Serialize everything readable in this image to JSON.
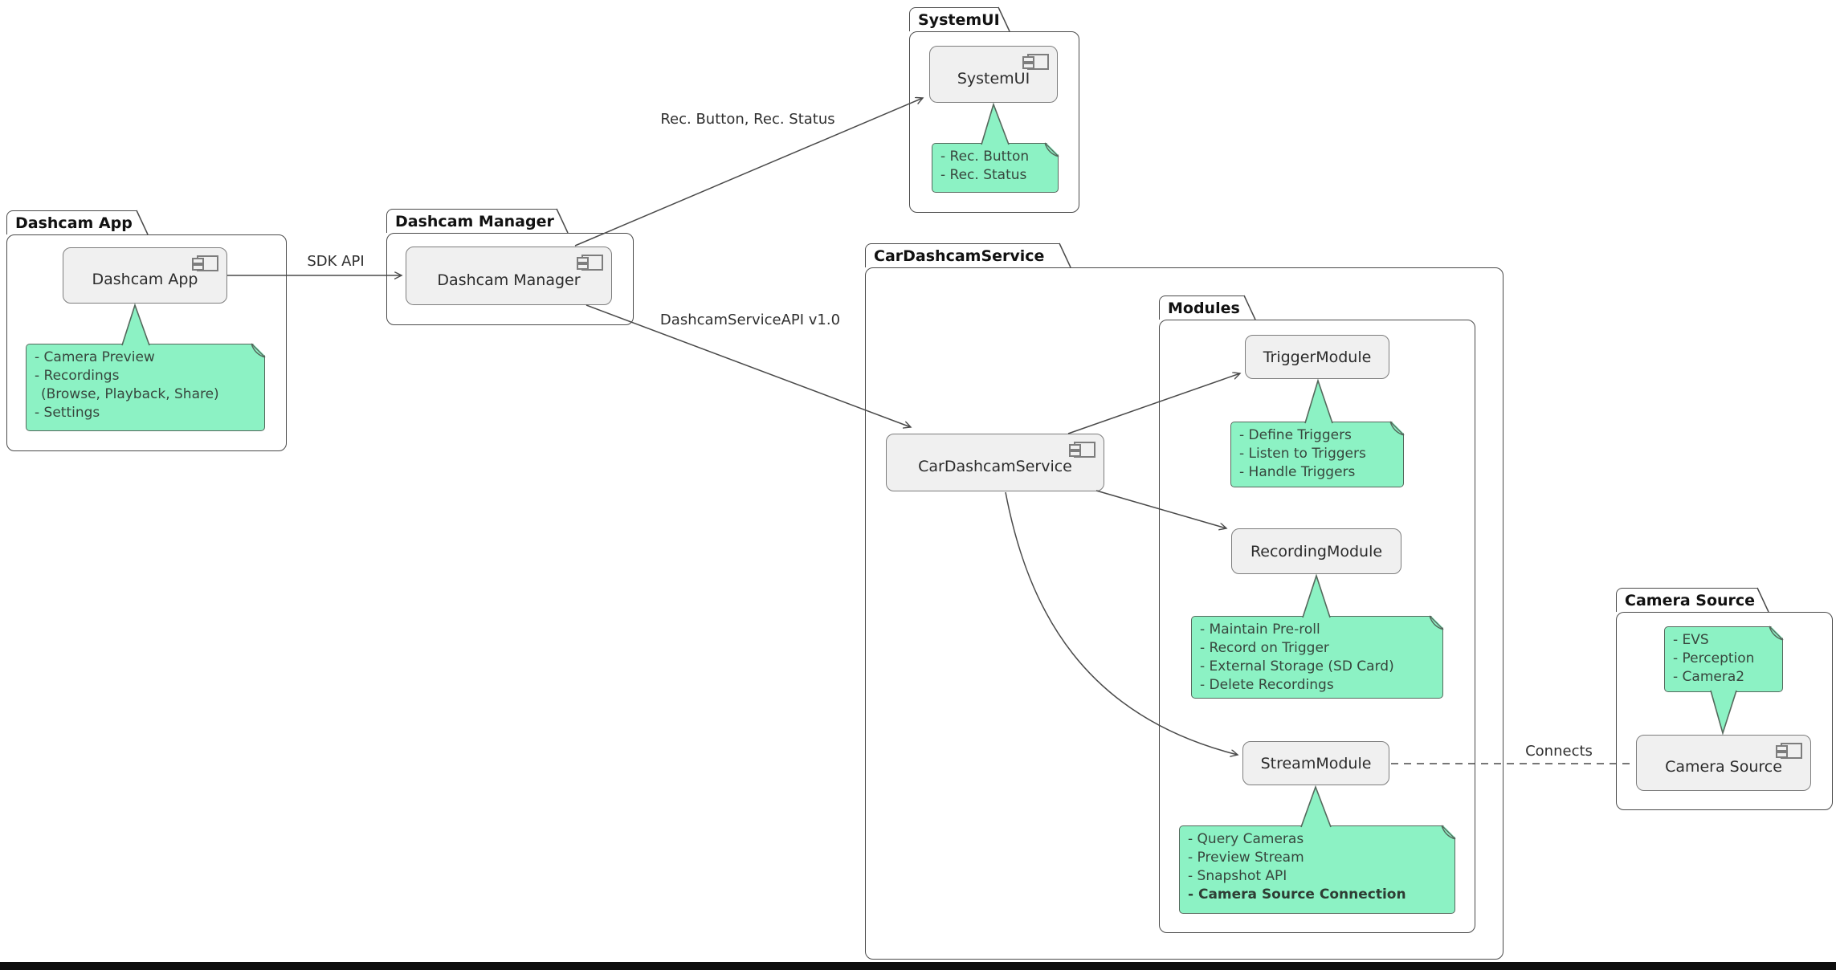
{
  "diagram": {
    "packages": {
      "dashcam_app": {
        "title": "Dashcam App"
      },
      "dashcam_manager": {
        "title": "Dashcam Manager"
      },
      "systemui": {
        "title": "SystemUI"
      },
      "car_dashcam_service": {
        "title": "CarDashcamService"
      },
      "modules": {
        "title": "Modules"
      },
      "camera_source": {
        "title": "Camera Source"
      }
    },
    "components": {
      "dashcam_app": {
        "label": "Dashcam App"
      },
      "dashcam_manager": {
        "label": "Dashcam Manager"
      },
      "systemui": {
        "label": "SystemUI"
      },
      "car_dashcam_service": {
        "label": "CarDashcamService"
      },
      "trigger_module": {
        "label": "TriggerModule"
      },
      "recording_module": {
        "label": "RecordingModule"
      },
      "stream_module": {
        "label": "StreamModule"
      },
      "camera_source": {
        "label": "Camera Source"
      }
    },
    "notes": {
      "dashcam_app": {
        "lines": [
          "- Camera Preview",
          "- Recordings",
          "(Browse, Playback, Share)",
          "- Settings"
        ]
      },
      "systemui": {
        "lines": [
          "- Rec. Button",
          "- Rec. Status"
        ]
      },
      "trigger": {
        "lines": [
          "- Define Triggers",
          "- Listen to Triggers",
          "- Handle Triggers"
        ]
      },
      "recording": {
        "lines": [
          "- Maintain Pre-roll",
          "- Record on Trigger",
          "- External Storage (SD Card)",
          "- Delete Recordings"
        ]
      },
      "stream": {
        "lines": [
          "- Query Cameras",
          "- Preview Stream",
          "- Snapshot API",
          "- Camera Source Connection"
        ]
      },
      "camera_source": {
        "lines": [
          "- EVS",
          "- Perception",
          "- Camera2"
        ]
      }
    },
    "edges": {
      "sdk_api": {
        "label": "SDK API"
      },
      "rec_ui": {
        "label": "Rec. Button, Rec. Status"
      },
      "service_api": {
        "label": "DashcamServiceAPI v1.0"
      },
      "connects": {
        "label": "Connects"
      }
    },
    "colors": {
      "note_fill": "#8CF2C4",
      "note_border": "#55685C",
      "component_fill": "#F0F0F0",
      "component_border": "#7D7D7D",
      "package_border": "#4A4A4A",
      "line": "#4A4A4A",
      "text": "#2E2E2E"
    }
  }
}
